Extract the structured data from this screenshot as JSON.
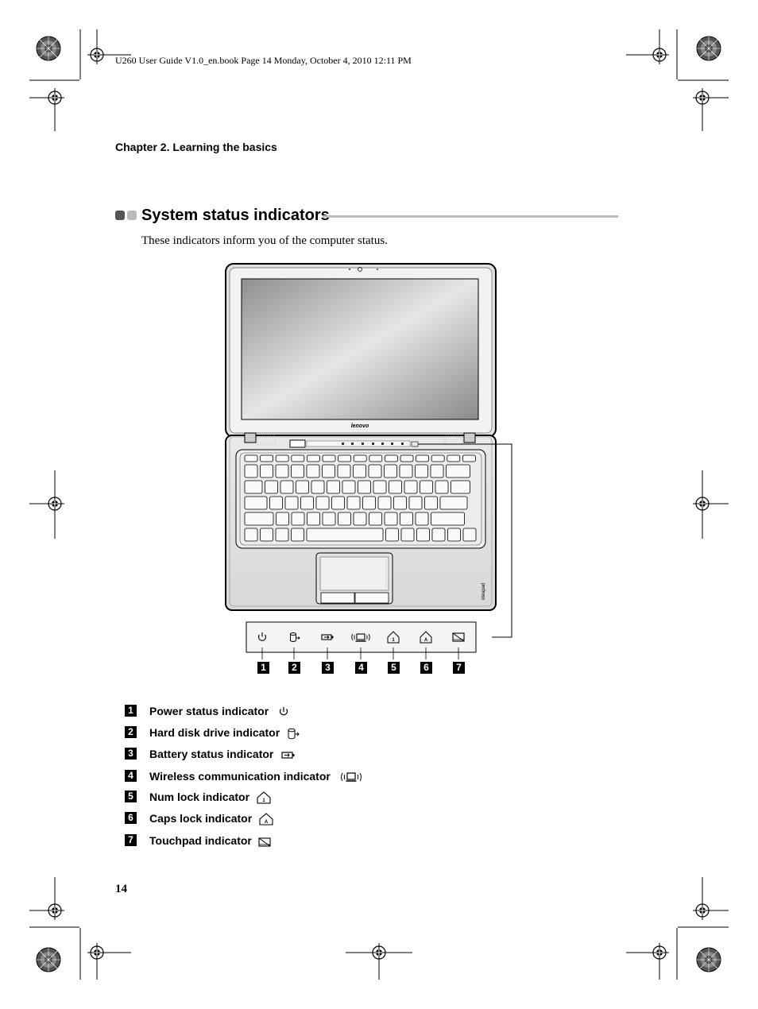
{
  "book_header": "U260 User Guide V1.0_en.book  Page 14  Monday, October 4, 2010  12:11 PM",
  "chapter": "Chapter 2. Learning the basics",
  "section": {
    "title": "System status indicators",
    "intro": "These indicators inform you of the computer status."
  },
  "figure": {
    "brand_lid": "lenovo",
    "brand_palmrest": "ideapad"
  },
  "indicators": [
    {
      "number": "1",
      "label": "Power status indicator",
      "icon": "power-icon"
    },
    {
      "number": "2",
      "label": "Hard disk drive indicator",
      "icon": "hdd-icon"
    },
    {
      "number": "3",
      "label": "Battery status indicator",
      "icon": "battery-icon"
    },
    {
      "number": "4",
      "label": "Wireless communication indicator",
      "icon": "wireless-icon"
    },
    {
      "number": "5",
      "label": "Num lock indicator",
      "icon": "num-lock-icon"
    },
    {
      "number": "6",
      "label": "Caps lock indicator",
      "icon": "caps-lock-icon"
    },
    {
      "number": "7",
      "label": "Touchpad indicator",
      "icon": "touchpad-icon"
    }
  ],
  "page_number": "14"
}
